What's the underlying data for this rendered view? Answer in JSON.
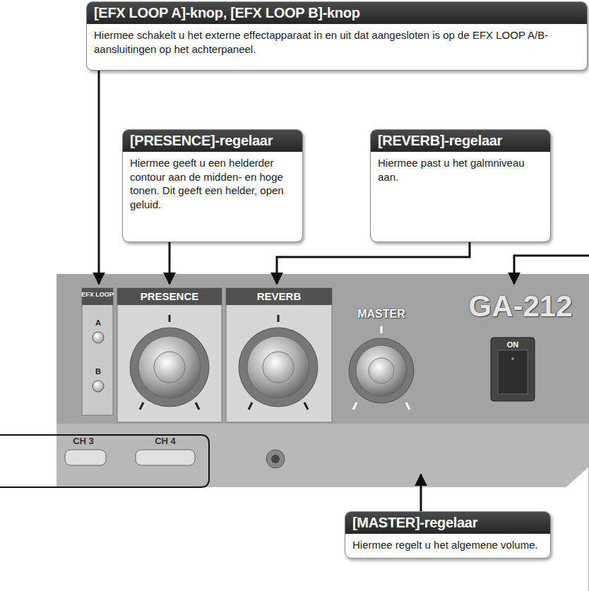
{
  "diagram": {
    "nodes": [
      {
        "text": [
          "[EFX LOOP A]-knop, [EFX LOOP B]-knop",
          "Hiermee schakelt u het externe effectapparaat in en uit dat aangesloten is op de EFX LOOP A/B-aansluitingen op het achterpaneel."
        ]
      },
      {
        "text": [
          "[PRESENCE]-regelaar",
          "Hiermee geeft u een helderder contour aan de midden- en hoge tonen. Dit geeft een helder, open geluid."
        ]
      },
      {
        "text": [
          "[REVERB]-regelaar",
          "Hiermee past u het galmniveau aan."
        ]
      },
      {
        "text": [
          "[MASTER]-regelaar",
          "Hiermee regelt u het algemene volume."
        ]
      }
    ],
    "labels": [
      "EFX LOOP",
      "A",
      "B",
      "PRESENCE",
      "REVERB",
      "MASTER",
      "GA-212",
      "ON",
      "CH 3",
      "CH 4"
    ]
  }
}
